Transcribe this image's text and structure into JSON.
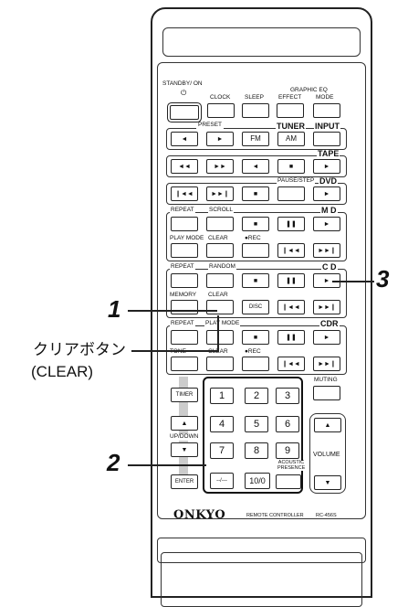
{
  "labels": {
    "standby_on": "STANDBY/ ON",
    "power_symbol": "⏻",
    "clock": "CLOCK",
    "sleep": "SLEEP",
    "graphic_eq": "GRAPHIC EQ",
    "effect": "EFFECT",
    "mode": "MODE",
    "preset": "PRESET",
    "tuner": "TUNER",
    "input": "INPUT",
    "fm": "FM",
    "am": "AM",
    "tape": "TAPE",
    "pause_step": "PAUSE/STEP",
    "dvd": "DVD",
    "repeat": "REPEAT",
    "scroll": "SCROLL",
    "md": "M D",
    "play_mode": "PLAY MODE",
    "clear": "CLEAR",
    "rec": "●REC",
    "random": "RANDOM",
    "cd": "C D",
    "memory": "MEMORY",
    "disc": "DISC",
    "cdr": "CDR",
    "tone": "TONE",
    "muting": "MUTING",
    "timer": "TIMER",
    "up_down": "UP/DOWN",
    "volume": "VOLUME",
    "enter": "ENTER",
    "dashes": "--/---",
    "ten": "10/0",
    "acoustic_presence": "ACOUSTIC PRESENCE",
    "brand": "ONKYO",
    "remote_controller": "REMOTE CONTROLLER",
    "model": "RC-456S"
  },
  "keypad": [
    "1",
    "2",
    "3",
    "4",
    "5",
    "6",
    "7",
    "8",
    "9"
  ],
  "callouts": {
    "one": "1",
    "two": "2",
    "three": "3",
    "jp_label": "クリアボタン",
    "jp_sub": "(CLEAR)"
  },
  "glyphs": {
    "left": "◄",
    "right": "►",
    "rew": "◄◄",
    "ff": "►►",
    "stop": "■",
    "pause": "❚❚",
    "prev": "◄◄❙",
    "next": "❙►►",
    "prev2": "❙◄◄",
    "next2": "►►❙",
    "up": "▲",
    "down": "▼"
  }
}
